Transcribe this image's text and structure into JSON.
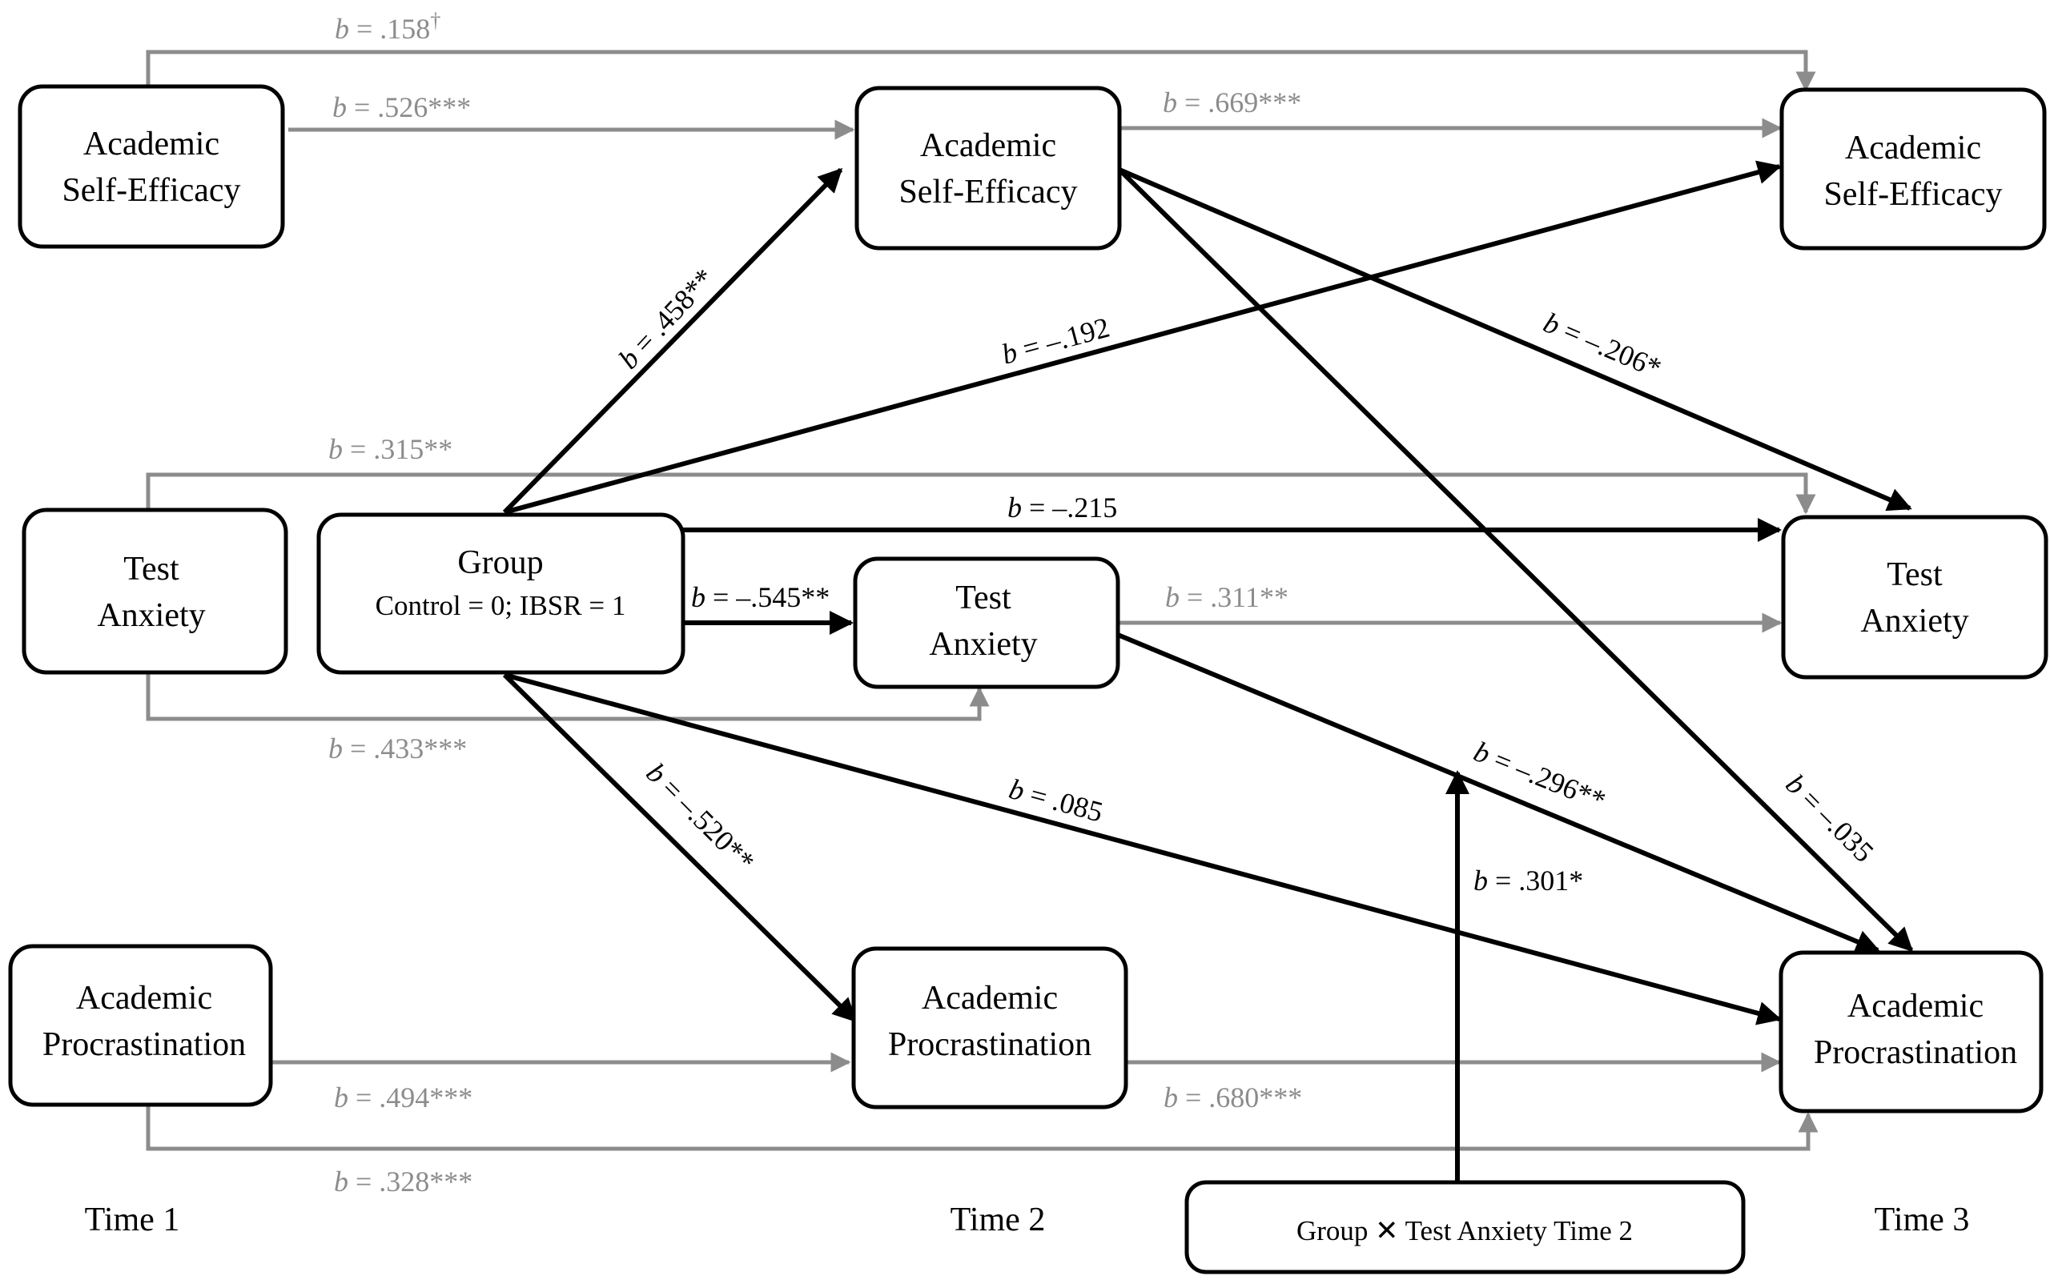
{
  "nodes": {
    "t1_ase": [
      "Academic",
      "Self-Efficacy"
    ],
    "t2_ase": [
      "Academic",
      "Self-Efficacy"
    ],
    "t3_ase": [
      "Academic",
      "Self-Efficacy"
    ],
    "t1_ta": [
      "Test",
      "Anxiety"
    ],
    "t2_ta": [
      "Test",
      "Anxiety"
    ],
    "t3_ta": [
      "Test",
      "Anxiety"
    ],
    "t1_ap": [
      "Academic",
      "Procrastination"
    ],
    "t2_ap": [
      "Academic",
      "Procrastination"
    ],
    "t3_ap": [
      "Academic",
      "Procrastination"
    ],
    "group": {
      "title": "Group",
      "sub": "Control = 0; IBSR = 1"
    },
    "interaction": "Group ✕ Test Anxiety Time 2"
  },
  "paths": {
    "ase13": {
      "b": "b",
      "value": " = .158",
      "sig": "†"
    },
    "ase12": {
      "b": "b",
      "value": " = .526***"
    },
    "ase23": {
      "b": "b",
      "value": " = .669***"
    },
    "group_ase2": {
      "b": "b",
      "value": " = .458**"
    },
    "group_ase3": {
      "b": "b",
      "value": " = –.192"
    },
    "ase2_ta3": {
      "b": "b",
      "value": " = –.206*"
    },
    "ta13": {
      "b": "b",
      "value": " = .315**"
    },
    "group_ta3": {
      "b": "b",
      "value": " = –.215"
    },
    "group_ta2": {
      "b": "b",
      "value": " = –.545**"
    },
    "ta23": {
      "b": "b",
      "value": " = .311**"
    },
    "ta12": {
      "b": "b",
      "value": " = .433***"
    },
    "group_ap2": {
      "b": "b",
      "value": " = –.520**"
    },
    "group_ap3": {
      "b": "b",
      "value": " = .085"
    },
    "ta2_ap3": {
      "b": "b",
      "value": " = –.296**"
    },
    "ase2_ap3": {
      "b": "b",
      "value": " = –.035"
    },
    "interaction_mod": {
      "b": "b",
      "value": " = .301*"
    },
    "ap12": {
      "b": "b",
      "value": " = .494***"
    },
    "ap23": {
      "b": "b",
      "value": " = .680***"
    },
    "ap13": {
      "b": "b",
      "value": " = .328***"
    }
  },
  "time_labels": {
    "t1": "Time 1",
    "t2": "Time 2",
    "t3": "Time 3"
  },
  "colors": {
    "significant_path": "#000000",
    "autoregressive_path": "#8c8c8c"
  }
}
